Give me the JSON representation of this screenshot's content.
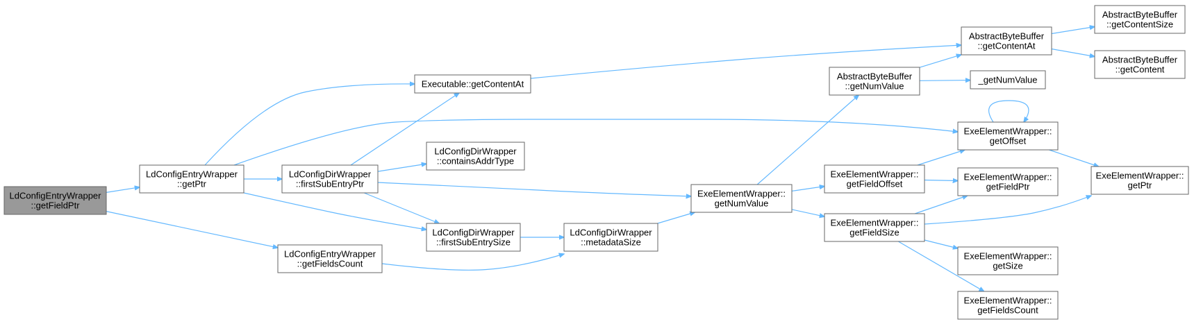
{
  "graph": {
    "nodes": [
      {
        "id": "root",
        "lines": [
          "LdConfigEntryWrapper",
          "::getFieldPtr"
        ],
        "highlighted": true
      },
      {
        "id": "ldce_getPtr",
        "lines": [
          "LdConfigEntryWrapper",
          "::getPtr"
        ]
      },
      {
        "id": "ldce_getFieldsCount",
        "lines": [
          "LdConfigEntryWrapper",
          "::getFieldsCount"
        ]
      },
      {
        "id": "exe_getContentAt",
        "lines": [
          "Executable::getContentAt"
        ]
      },
      {
        "id": "ldcd_firstSubEntryPtr",
        "lines": [
          "LdConfigDirWrapper",
          "::firstSubEntryPtr"
        ]
      },
      {
        "id": "ldcd_containsAddrType",
        "lines": [
          "LdConfigDirWrapper",
          "::containsAddrType"
        ]
      },
      {
        "id": "ldcd_firstSubEntrySize",
        "lines": [
          "LdConfigDirWrapper",
          "::firstSubEntrySize"
        ]
      },
      {
        "id": "ldcd_metadataSize",
        "lines": [
          "LdConfigDirWrapper",
          "::metadataSize"
        ]
      },
      {
        "id": "eew_getNumValue",
        "lines": [
          "ExeElementWrapper::",
          "getNumValue"
        ]
      },
      {
        "id": "abb_getNumValue",
        "lines": [
          "AbstractByteBuffer",
          "::getNumValue"
        ]
      },
      {
        "id": "eew_getFieldOffset",
        "lines": [
          "ExeElementWrapper::",
          "getFieldOffset"
        ]
      },
      {
        "id": "eew_getFieldSize",
        "lines": [
          "ExeElementWrapper::",
          "getFieldSize"
        ]
      },
      {
        "id": "abb_getContentAt",
        "lines": [
          "AbstractByteBuffer",
          "::getContentAt"
        ]
      },
      {
        "id": "getNumValue_free",
        "lines": [
          "_getNumValue"
        ]
      },
      {
        "id": "eew_getOffset",
        "lines": [
          "ExeElementWrapper::",
          "getOffset"
        ]
      },
      {
        "id": "eew_getFieldPtr",
        "lines": [
          "ExeElementWrapper::",
          "getFieldPtr"
        ]
      },
      {
        "id": "eew_getSize",
        "lines": [
          "ExeElementWrapper::",
          "getSize"
        ]
      },
      {
        "id": "eew_getFieldsCount",
        "lines": [
          "ExeElementWrapper::",
          "getFieldsCount"
        ]
      },
      {
        "id": "abb_getContentSize",
        "lines": [
          "AbstractByteBuffer",
          "::getContentSize"
        ]
      },
      {
        "id": "abb_getContent",
        "lines": [
          "AbstractByteBuffer",
          "::getContent"
        ]
      },
      {
        "id": "eew_getPtr",
        "lines": [
          "ExeElementWrapper::",
          "getPtr"
        ]
      }
    ],
    "edges": [
      {
        "from": "root",
        "to": "ldce_getPtr"
      },
      {
        "from": "root",
        "to": "ldce_getFieldsCount"
      },
      {
        "from": "ldce_getPtr",
        "to": "exe_getContentAt"
      },
      {
        "from": "ldce_getPtr",
        "to": "ldcd_firstSubEntryPtr"
      },
      {
        "from": "ldce_getPtr",
        "to": "eew_getOffset"
      },
      {
        "from": "ldce_getPtr",
        "to": "ldcd_firstSubEntrySize"
      },
      {
        "from": "ldce_getFieldsCount",
        "to": "ldcd_metadataSize"
      },
      {
        "from": "ldcd_firstSubEntryPtr",
        "to": "exe_getContentAt"
      },
      {
        "from": "ldcd_firstSubEntryPtr",
        "to": "ldcd_containsAddrType"
      },
      {
        "from": "ldcd_firstSubEntryPtr",
        "to": "ldcd_firstSubEntrySize"
      },
      {
        "from": "ldcd_firstSubEntryPtr",
        "to": "eew_getNumValue"
      },
      {
        "from": "ldcd_firstSubEntrySize",
        "to": "ldcd_metadataSize"
      },
      {
        "from": "ldcd_metadataSize",
        "to": "eew_getNumValue"
      },
      {
        "from": "exe_getContentAt",
        "to": "abb_getContentAt"
      },
      {
        "from": "eew_getNumValue",
        "to": "abb_getNumValue"
      },
      {
        "from": "eew_getNumValue",
        "to": "eew_getFieldOffset"
      },
      {
        "from": "eew_getNumValue",
        "to": "eew_getFieldSize"
      },
      {
        "from": "abb_getNumValue",
        "to": "abb_getContentAt"
      },
      {
        "from": "abb_getNumValue",
        "to": "getNumValue_free"
      },
      {
        "from": "eew_getFieldOffset",
        "to": "eew_getOffset"
      },
      {
        "from": "eew_getFieldOffset",
        "to": "eew_getFieldPtr"
      },
      {
        "from": "eew_getFieldSize",
        "to": "eew_getFieldPtr"
      },
      {
        "from": "eew_getFieldSize",
        "to": "eew_getPtr"
      },
      {
        "from": "eew_getFieldSize",
        "to": "eew_getSize"
      },
      {
        "from": "eew_getFieldSize",
        "to": "eew_getFieldsCount"
      },
      {
        "from": "abb_getContentAt",
        "to": "abb_getContentSize"
      },
      {
        "from": "abb_getContentAt",
        "to": "abb_getContent"
      },
      {
        "from": "eew_getOffset",
        "to": "eew_getOffset"
      },
      {
        "from": "eew_getOffset",
        "to": "eew_getPtr"
      }
    ],
    "colors": {
      "edge": "#63b8ff",
      "node_border": "#666666",
      "node_fill": "#ffffff",
      "root_fill": "#999999"
    }
  }
}
